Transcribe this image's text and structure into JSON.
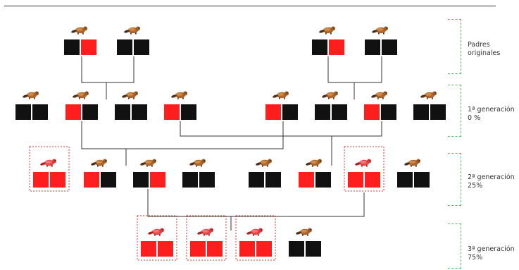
{
  "colors": {
    "black_allele": "#111111",
    "red_allele": "#ff1e1e",
    "line": "#333333",
    "bracket": "#4fbf6a",
    "highlight_border": "#e03030"
  },
  "generations": [
    {
      "line1": "Padres",
      "line2": "originales"
    },
    {
      "line1": "1ª generación",
      "line2": "0 %"
    },
    {
      "line1": "2ª generación",
      "line2": "25%"
    },
    {
      "line1": "3ª generación",
      "line2": "75%"
    }
  ],
  "individuals": {
    "parents": [
      [
        "black",
        "red"
      ],
      [
        "black",
        "black"
      ],
      [
        "black",
        "red"
      ],
      [
        "black",
        "black"
      ]
    ],
    "gen1": [
      [
        "black",
        "black"
      ],
      [
        "red",
        "black"
      ],
      [
        "black",
        "black"
      ],
      [
        "red",
        "black"
      ],
      [
        "red",
        "black"
      ],
      [
        "black",
        "black"
      ],
      [
        "red",
        "black"
      ],
      [
        "black",
        "black"
      ]
    ],
    "gen2": [
      [
        "red",
        "red"
      ],
      [
        "red",
        "black"
      ],
      [
        "black",
        "red"
      ],
      [
        "black",
        "black"
      ],
      [
        "black",
        "black"
      ],
      [
        "red",
        "black"
      ],
      [
        "red",
        "red"
      ],
      [
        "black",
        "black"
      ]
    ],
    "gen3": [
      [
        "red",
        "red"
      ],
      [
        "red",
        "red"
      ],
      [
        "red",
        "red"
      ],
      [
        "black",
        "black"
      ]
    ]
  },
  "animal_icon": "beaver-icon"
}
